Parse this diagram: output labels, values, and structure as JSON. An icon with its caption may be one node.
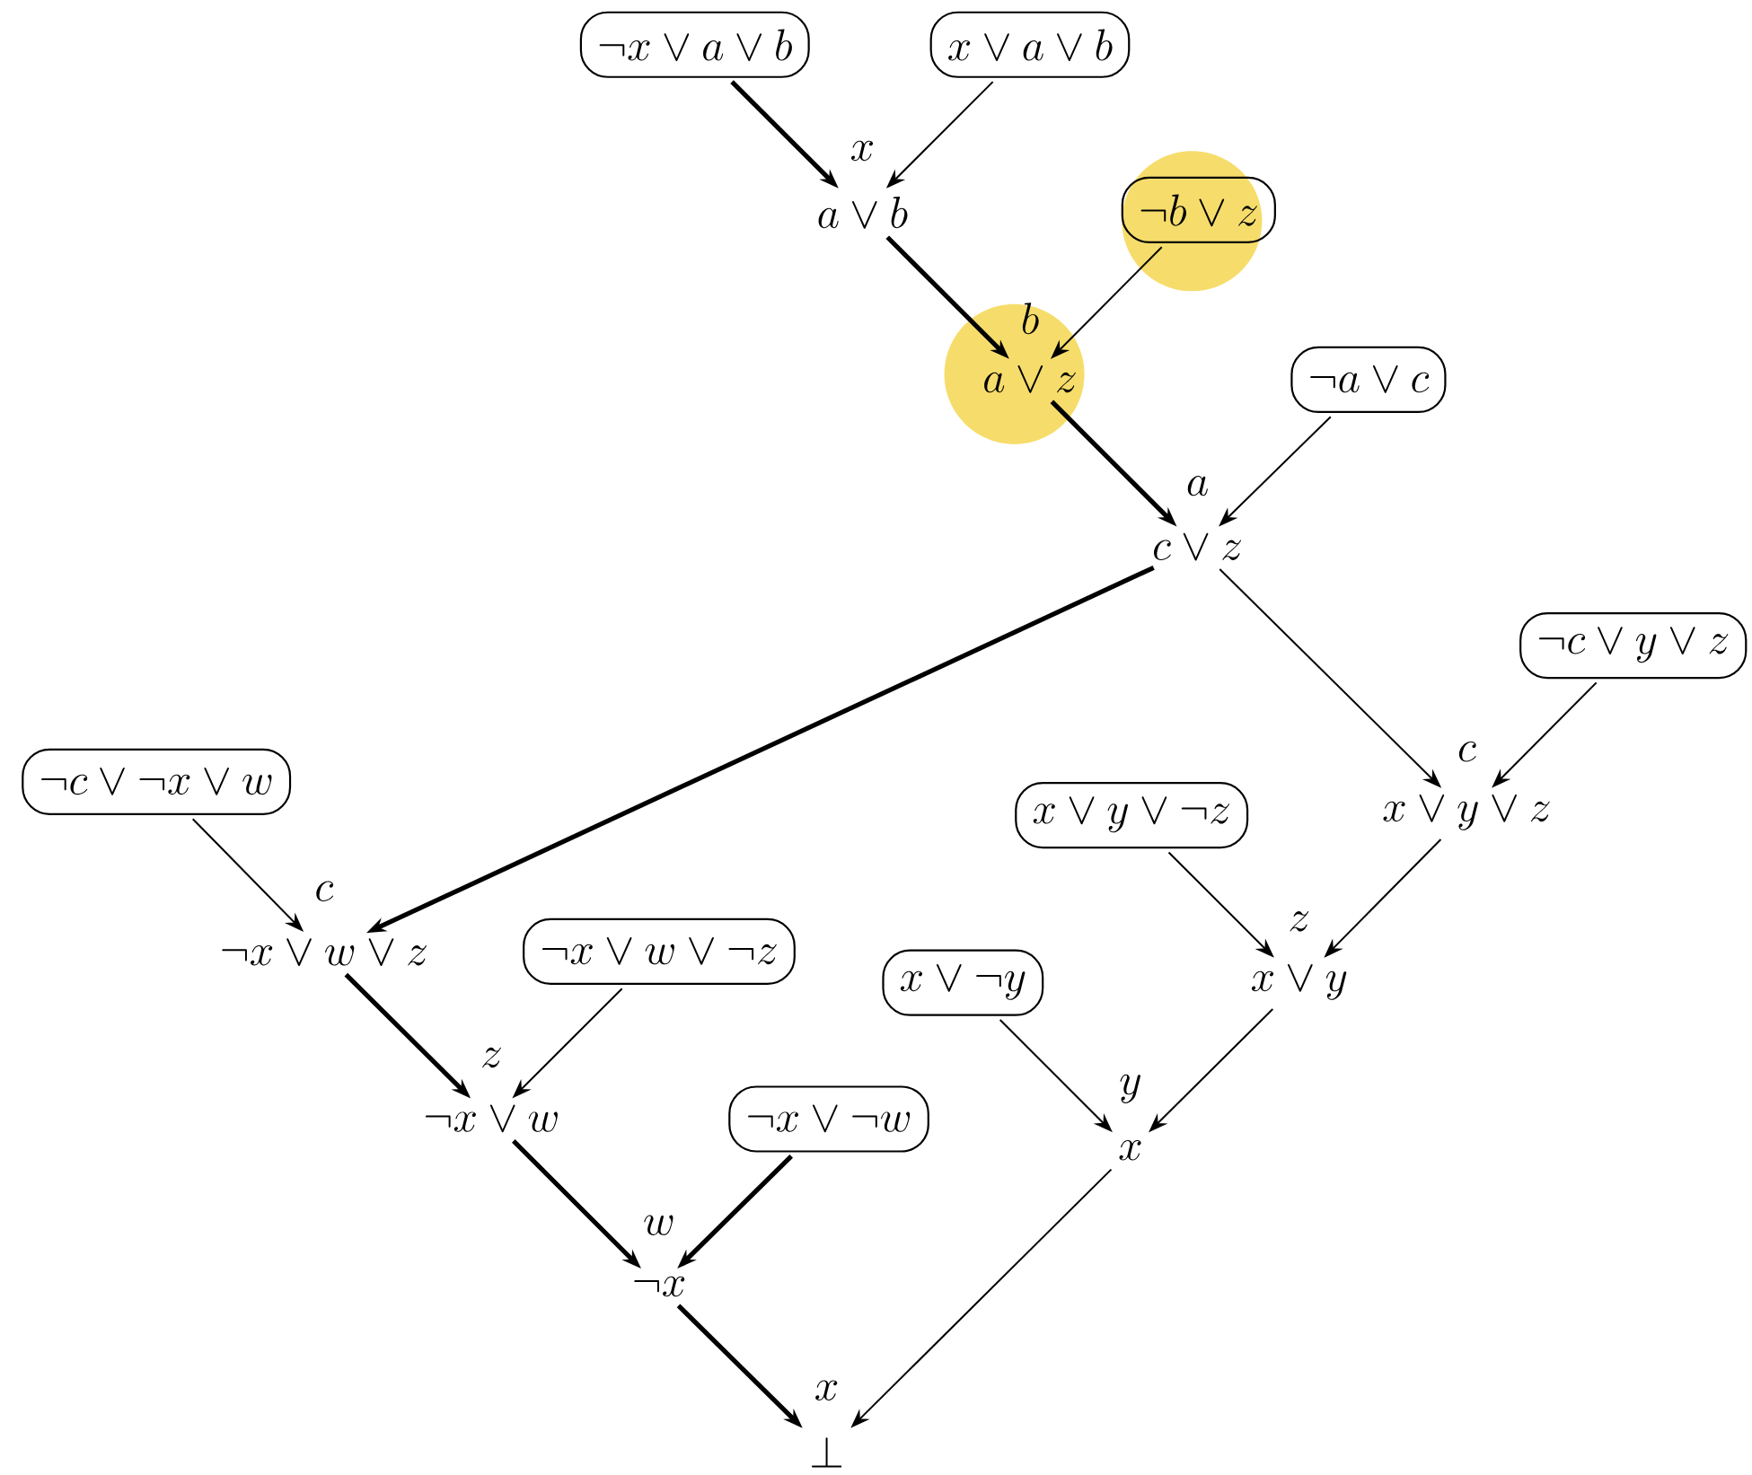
{
  "diagram": {
    "nodes": [
      {
        "text": [
          "\\neg x \\lor a \\lor b"
        ]
      },
      {
        "text": [
          "x \\lor a \\lor b"
        ]
      },
      {
        "text": [
          "a \\lor b"
        ],
        "beside": [
          "x"
        ]
      },
      {
        "text": [
          "\\neg b \\lor z"
        ]
      },
      {
        "text": [
          "a \\lor z"
        ],
        "beside": [
          "b"
        ]
      },
      {
        "text": [
          "\\neg a \\lor c"
        ]
      },
      {
        "text": [
          "c \\lor z"
        ],
        "beside": [
          "a"
        ]
      },
      {
        "text": [
          "\\neg c \\lor y \\lor z"
        ]
      },
      {
        "text": [
          "\\neg c \\lor \\neg x \\lor w"
        ]
      },
      {
        "text": [
          "x \\lor y \\lor \\neg z"
        ]
      },
      {
        "text": [
          "x \\lor y \\lor z"
        ],
        "beside": [
          "c"
        ]
      },
      {
        "text": [
          "\\neg x \\lor w \\lor z"
        ],
        "beside": [
          "c"
        ]
      },
      {
        "text": [
          "\\neg x \\lor w \\lor \\neg z"
        ]
      },
      {
        "text": [
          "x \\lor \\neg y"
        ]
      },
      {
        "text": [
          "x \\lor y"
        ],
        "beside": [
          "z"
        ]
      },
      {
        "text": [
          "\\neg x \\lor w"
        ],
        "beside": [
          "z"
        ]
      },
      {
        "text": [
          "\\neg x \\lor \\neg w"
        ]
      },
      {
        "text": [
          "x"
        ],
        "beside": [
          "y"
        ]
      },
      {
        "text": [
          "\\neg x"
        ],
        "beside": [
          "w"
        ]
      },
      {
        "text": [
          "\\bot"
        ],
        "beside": [
          "x"
        ]
      }
    ],
    "edges": [
      {
        "from": 0,
        "to": 2,
        "arrow": "to",
        "style": "thick"
      },
      {
        "from": 1,
        "to": 2,
        "arrow": "to"
      },
      {
        "from": 2,
        "to": 4,
        "arrow": "to",
        "style": "thick"
      },
      {
        "from": 3,
        "to": 4,
        "arrow": "to"
      },
      {
        "from": 4,
        "to": 6,
        "arrow": "to",
        "style": "thick"
      },
      {
        "from": 5,
        "to": 6,
        "arrow": "to"
      },
      {
        "from": 6,
        "to": 11,
        "arrow": "to",
        "style": "thick"
      },
      {
        "from": 6,
        "to": 10,
        "arrow": "to"
      },
      {
        "from": 7,
        "to": 10,
        "arrow": "to"
      },
      {
        "from": 8,
        "to": 11,
        "arrow": "to"
      },
      {
        "from": 9,
        "to": 14,
        "arrow": "to"
      },
      {
        "from": 10,
        "to": 14,
        "arrow": "to"
      },
      {
        "from": 11,
        "to": 15,
        "arrow": "to",
        "style": "thick"
      },
      {
        "from": 12,
        "to": 15,
        "arrow": "to"
      },
      {
        "from": 13,
        "to": 17,
        "arrow": "to"
      },
      {
        "from": 14,
        "to": 17,
        "arrow": "to"
      },
      {
        "from": 15,
        "to": 18,
        "arrow": "to",
        "style": "thick"
      },
      {
        "from": 16,
        "to": 18,
        "arrow": "to",
        "style": "thick"
      },
      {
        "from": 18,
        "to": 19,
        "arrow": "to",
        "style": "thick"
      },
      {
        "from": 17,
        "to": 19,
        "arrow": "to"
      }
    ]
  }
}
